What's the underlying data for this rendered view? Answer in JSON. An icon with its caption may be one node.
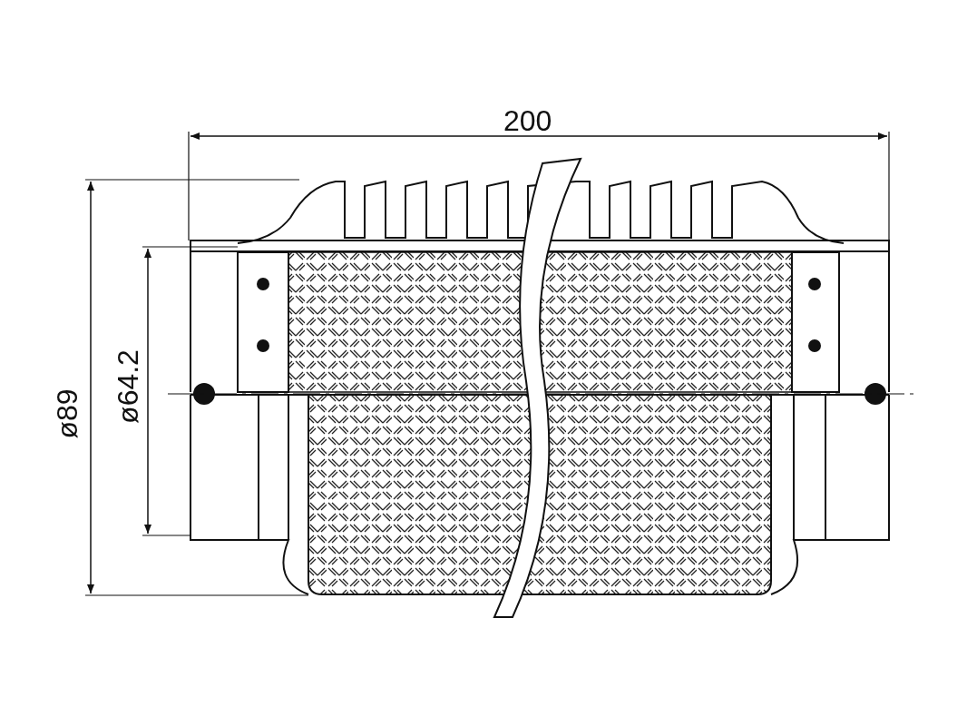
{
  "diagram": {
    "labels": [
      "200",
      "ø89",
      "ø64.2"
    ]
  }
}
